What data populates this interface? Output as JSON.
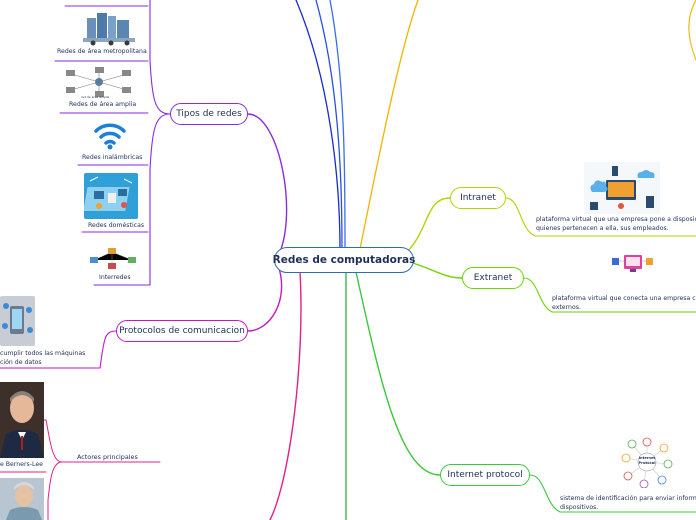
{
  "central": "Redes de computadoras",
  "tipos": {
    "label": "Tipos de redes",
    "items": [
      "Redes de área metropolitana",
      "Redes de área amplia",
      "Redes inalámbricas",
      "Redes domésticas",
      "Interredes"
    ],
    "wan_caption": "red de área amplia"
  },
  "protocolos": {
    "label": "Protocolos de comunicacion",
    "desc": [
      "cumplir todos las máquinas",
      "ción de datos"
    ]
  },
  "actores": {
    "label": "Actores principales",
    "person": "e Berners-Lee"
  },
  "intranet": {
    "label": "Intranet",
    "desc": [
      "plataforma virtual que una empresa pone a disposición de",
      "quienes pertenecen a ella, sus empleados."
    ]
  },
  "extranet": {
    "label": "Extranet",
    "desc": [
      "plataforma virtual que conecta una empresa con mi",
      "externos."
    ]
  },
  "ip": {
    "label": "Internet protocol",
    "desc": [
      "sistema de identificación para enviar informació",
      "dispositivos."
    ],
    "image_text": [
      "Internet",
      "Protocol"
    ]
  },
  "colors": {
    "central": "#2d6cb8",
    "tipos": "#8a2be2",
    "protocolos": "#c21ac8",
    "actores": "#e0208c",
    "intranet": "#b4d400",
    "extranet": "#6cd400",
    "ip": "#3cc83c",
    "top_orange": "#f0b400",
    "top_blue": "#2850e0"
  }
}
